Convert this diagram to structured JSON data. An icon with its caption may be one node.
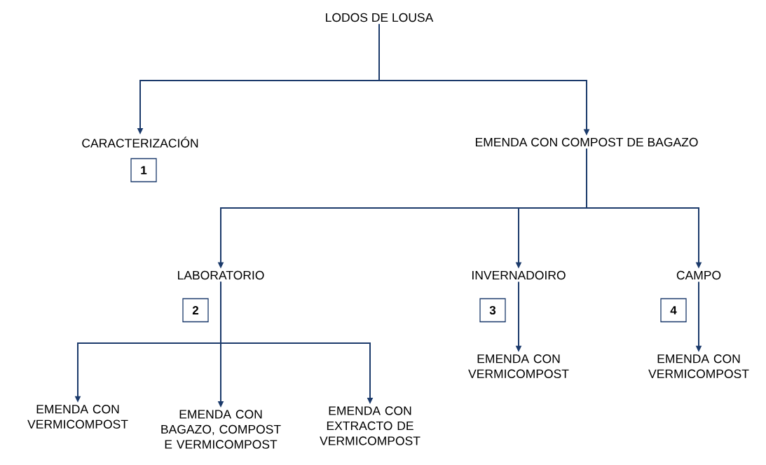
{
  "diagram": {
    "nodes": [
      {
        "text": [
          "LODOS DE LOUSA"
        ]
      },
      {
        "text": [
          "CARACTERIZACIÓN"
        ]
      },
      {
        "text": [
          "1"
        ]
      },
      {
        "text": [
          "EMENDA CON COMPOST DE BAGAZO"
        ]
      },
      {
        "text": [
          "LABORATORIO"
        ]
      },
      {
        "text": [
          "2"
        ]
      },
      {
        "text": [
          "INVERNADOIRO"
        ]
      },
      {
        "text": [
          "3"
        ]
      },
      {
        "text": [
          "CAMPO"
        ]
      },
      {
        "text": [
          "4"
        ]
      },
      {
        "text": [
          "EMENDA CON VERMICOMPOST"
        ]
      },
      {
        "text": [
          "EMENDA CON BAGAZO, COMPOST E VERMICOMPOST"
        ]
      },
      {
        "text": [
          "EMENDA CON EXTRACTO DE VERMICOMPOST"
        ]
      },
      {
        "text": [
          "EMENDA CON VERMICOMPOST"
        ]
      },
      {
        "text": [
          "EMENDA CON VERMICOMPOST"
        ]
      }
    ],
    "edges": [
      {
        "from": 0,
        "to": 1,
        "arrow": "to"
      },
      {
        "from": 0,
        "to": 3,
        "arrow": "to"
      },
      {
        "from": 3,
        "to": 4,
        "arrow": "to"
      },
      {
        "from": 3,
        "to": 6,
        "arrow": "to"
      },
      {
        "from": 3,
        "to": 8,
        "arrow": "to"
      },
      {
        "from": 4,
        "to": 10,
        "arrow": "to"
      },
      {
        "from": 4,
        "to": 11,
        "arrow": "to"
      },
      {
        "from": 4,
        "to": 12,
        "arrow": "to"
      },
      {
        "from": 6,
        "to": 13,
        "arrow": "to"
      },
      {
        "from": 8,
        "to": 14,
        "arrow": "to"
      }
    ]
  }
}
